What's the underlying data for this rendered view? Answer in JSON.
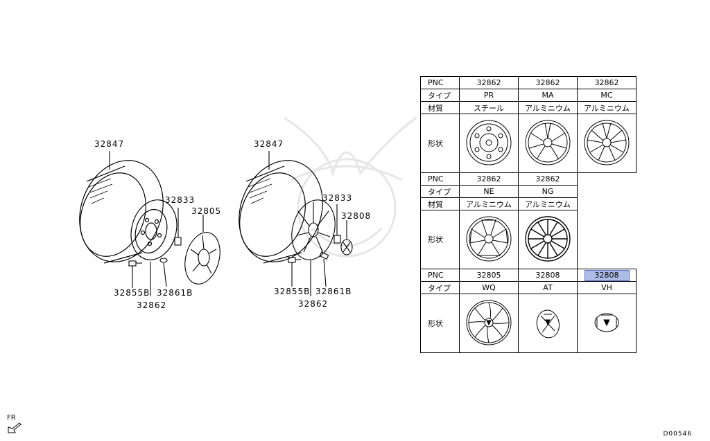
{
  "left_diagram": {
    "labels": {
      "tire": "32847",
      "nut": "32833",
      "cover": "32805",
      "valve": "32855B",
      "weight": "32861B",
      "wheel": "32862"
    }
  },
  "right_diagram": {
    "labels": {
      "tire": "32847",
      "nut": "32833",
      "cap": "32808",
      "valve": "32855B",
      "weight": "32861B",
      "wheel": "32862"
    }
  },
  "table": {
    "row_labels": {
      "pnc": "PNC",
      "type": "タイプ",
      "material": "材質",
      "shape": "形状"
    },
    "group1": {
      "pnc": [
        "32862",
        "32862",
        "32862"
      ],
      "type": [
        "PR",
        "MA",
        "MC"
      ],
      "material": [
        "スチール",
        "アルミニウム",
        "アルミニウム"
      ],
      "icons": [
        "steel-wheel-icon",
        "alloy-wheel-ma-icon",
        "alloy-wheel-mc-icon"
      ]
    },
    "group2": {
      "pnc": [
        "32862",
        "32862"
      ],
      "type": [
        "NE",
        "NG"
      ],
      "material": [
        "アルミニウム",
        "アルミニウム"
      ],
      "icons": [
        "alloy-wheel-ne-icon",
        "alloy-wheel-ng-icon"
      ]
    },
    "group3": {
      "pnc": [
        "32805",
        "32808",
        "32808"
      ],
      "type": [
        "WQ",
        "AT",
        "VH"
      ],
      "icons": [
        "wheel-cover-icon",
        "center-cap-at-icon",
        "center-cap-vh-icon"
      ]
    },
    "highlight_color": "#aebce8"
  },
  "footer": {
    "direction": "FR",
    "diagram_code": "D00546"
  }
}
